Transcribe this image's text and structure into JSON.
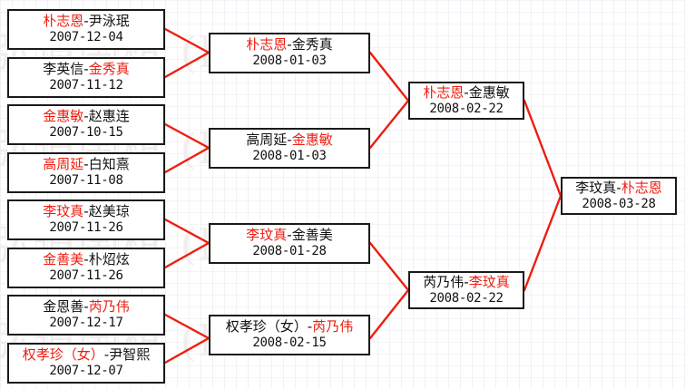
{
  "diagram": {
    "type": "tournament-bracket",
    "title": "",
    "accent_color": "#ee1d10",
    "text_color": "#111111",
    "box_border_color": "#1a1a1a",
    "background_color": "#ffffff",
    "rounds": 4
  },
  "watermark": {
    "lines": [
      "弘道围棋 (hoot",
      "弘道围棋 (hoot",
      "弘道围棋 (hoot",
      "弘道围棋 (hoot"
    ],
    "text": "hoot",
    "color": "#f2eeee"
  },
  "matches": {
    "r1m1": {
      "left": "朴志恩",
      "right": "尹泳珉",
      "winner": "left",
      "date": "2007-12-04"
    },
    "r1m2": {
      "left": "李英信",
      "right": "金秀真",
      "winner": "right",
      "date": "2007-11-12"
    },
    "r1m3": {
      "left": "金惠敏",
      "right": "赵惠连",
      "winner": "left",
      "date": "2007-10-15"
    },
    "r1m4": {
      "left": "高周延",
      "right": "白知熹",
      "winner": "left",
      "date": "2007-11-08"
    },
    "r1m5": {
      "left": "李玟真",
      "right": "赵美琼",
      "winner": "left",
      "date": "2007-11-26"
    },
    "r1m6": {
      "left": "金善美",
      "right": "朴炤炫",
      "winner": "left",
      "date": "2007-11-26"
    },
    "r1m7": {
      "left": "金恩善",
      "right": "芮乃伟",
      "winner": "right",
      "date": "2007-12-17"
    },
    "r1m8": {
      "left": "权孝珍（女）",
      "right": "尹智熙",
      "winner": "left",
      "date": "2007-12-07"
    },
    "r2m1": {
      "left": "朴志恩",
      "right": "金秀真",
      "winner": "left",
      "date": "2008-01-03"
    },
    "r2m2": {
      "left": "高周延",
      "right": "金惠敏",
      "winner": "right",
      "date": "2008-01-03"
    },
    "r2m3": {
      "left": "李玟真",
      "right": "金善美",
      "winner": "left",
      "date": "2008-01-28"
    },
    "r2m4": {
      "left": "权孝珍（女）",
      "right": "芮乃伟",
      "winner": "right",
      "date": "2008-02-15"
    },
    "r3m1": {
      "left": "朴志恩",
      "right": "金惠敏",
      "winner": "left",
      "date": "2008-02-22"
    },
    "r3m2": {
      "left": "芮乃伟",
      "right": "李玟真",
      "winner": "right",
      "date": "2008-02-22"
    },
    "r4m1": {
      "left": "李玟真",
      "right": "朴志恩",
      "winner": "right",
      "date": "2008-03-28"
    }
  }
}
